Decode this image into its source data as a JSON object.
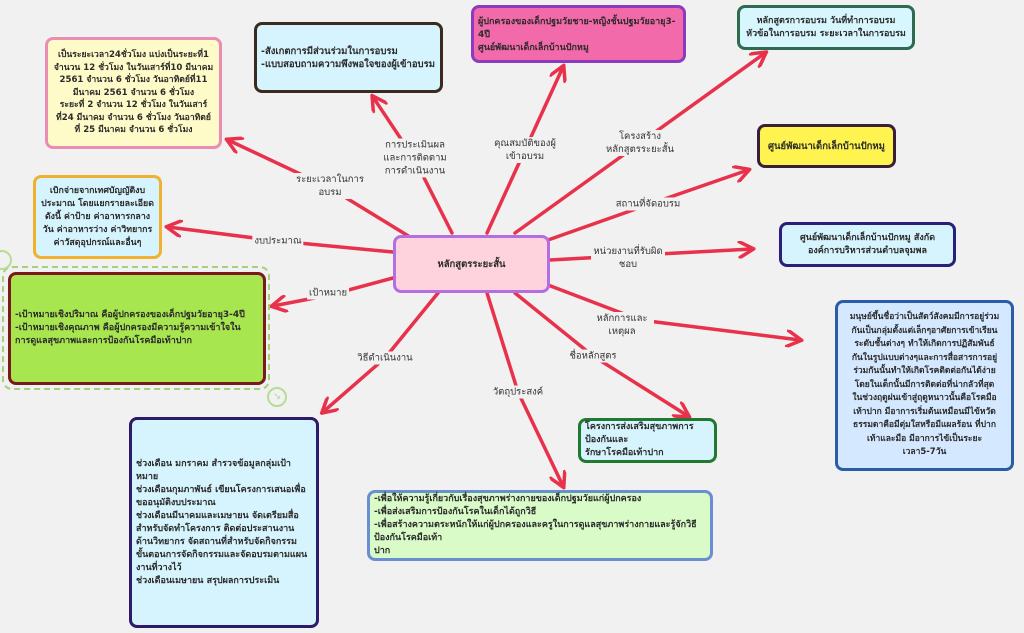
{
  "center": {
    "label": "หลักสูตรระยะสั้น"
  },
  "colors": {
    "arrow": "#e8314a",
    "background": "#f1f1f1"
  },
  "branches": {
    "duration": {
      "label": "ระยะเวลาในการอบรม",
      "lines": [
        "เป็นระยะเวลา24ชั่วโมง แบ่งเป็นระยะที่1",
        "จำนวน 12 ชั่วโมง ในวันเสาร์ที่10 มีนาคม",
        "2561 จำนวน 6 ชั่วโมง วันอาทิตย์ที่11",
        "มีนาคม 2561 จำนวน 6 ชั่วโมง",
        "ระยะที่ 2 จำนวน 12 ชั่วโมง ในวันเสาร์",
        "ที่24 มีนาคม จำนวน 6 ชั่วโมง วันอาทิตย์",
        "ที่ 25 มีนาคม จำนวน 6 ชั่วโมง"
      ]
    },
    "evaluation": {
      "label": "การประเมินผลและการติดตามการดำเนินงาน",
      "lines": [
        "-สังเกตการมีส่วนร่วมในการอบรม",
        "-แบบสอบถามความพึงพอใจของผู้เข้าอบรม"
      ]
    },
    "qualification": {
      "label": "คุณสมบัติของผู้เข้าอบรม",
      "lines": [
        "ผู้ปกครองของเด็กปฐมวัยชาย-หญิงชั้นปฐมวัยอายุ3-4ปี",
        "ศูนย์พัฒนาเด็กเล็กบ้านปักหมู"
      ]
    },
    "structure": {
      "label": "โครงสร้างหลักสูตรระยะสั้น",
      "lines": [
        "หลักสูตรการอบรม วันที่ทำการอบรม",
        "หัวข้อในการอบรม ระยะเวลาในการอบรม"
      ]
    },
    "venue": {
      "label": "สถานที่จัดอบรม",
      "lines": [
        "ศูนย์พัฒนาเด็กเล็กบ้านปักหมู"
      ]
    },
    "agency": {
      "label": "หน่วยงานที่รับผิดชอบ",
      "lines": [
        "ศูนย์พัฒนาเด็กเล็กบ้านปักหมู สังกัด",
        "องค์การบริหารส่วนตำบลจุมพล"
      ]
    },
    "rationale": {
      "label": "หลักการและเหตุผล",
      "lines": [
        "มนุษย์ขึ้นชื่อว่าเป็นสัตว์สังคมมีการอยู่ร่วม",
        "กันเป็นกลุ่มตั้งแต่เล็กๆอาศัยการเข้าเรียน",
        "ระดับชั้นต่างๆ ทำให้เกิดการปฏิสัมพันธ์",
        "กันในรูปแบบต่างๆและการสื่อสารการอยู่",
        "ร่วมกันนั้นทำให้เกิดโรคติดต่อกันได้ง่าย",
        "โดยในเด็กนั้นมีการติดต่อที่น่ากลัวที่สุด",
        "ในช่วงฤดูฝนเข้าสู่ฤดูหนาวนั้นคือโรคมือ",
        "เท้าปาก มีอาการเริ่มต้นเหมือนมีไข้หวัด",
        "ธรรมดาคือมีตุ่มใสหรือมีแผลร้อน ที่ปาก",
        "เท้าและมือ มีอาการไข้เป็นระยะ",
        "เวลา5-7วัน"
      ]
    },
    "course_name": {
      "label": "ชื่อหลักสูตร",
      "lines": [
        "โครงการส่งเสริมสุขภาพการป้องกันและ",
        "รักษาโรคมือเท้าปาก"
      ]
    },
    "objectives": {
      "label": "วัตถุประสงค์",
      "lines": [
        "-เพื่อให้ความรู้เกี่ยวกับเรื่องสุขภาพร่างกายของเด็กปฐมวัยแก่ผู้ปกครอง",
        "-เพื่อส่งเสริมการป้องกันโรคในเด็กได้ถูกวิธี",
        "-เพื่อสร้างความตระหนักให้แก่ผู้ปกครองและครูในการดูแลสุขภาพร่างกายและรู้จักวิธีป้องกันโรคมือเท้า",
        "ปาก"
      ]
    },
    "method": {
      "label": "วิธีดำเนินงาน",
      "lines": [
        "ช่วงเดือน มกราคม สำรวจข้อมูลกลุ่มเป้า",
        "หมาย",
        "ช่วงเดือนกุมภาพันธ์ เขียนโครงการเสนอเพื่อ",
        "ขออนุมัติงบประมาณ",
        "ช่วงเดือนมีนาคมและเมษายน จัดเตรียมสื่อ",
        "สำหรับจัดทำโครงการ ติดต่อประสานงาน",
        "ด้านวิทยากร จัดสถานที่สำหรับจัดกิจกรรม",
        "ขั้นตอนการจัดกิจกรรมและจัดอบรมตามแผน",
        "งานที่วางไว้",
        "ช่วงเดือนเมษายน สรุปผลการประเมิน"
      ]
    },
    "goal": {
      "label": "เป้าหมาย",
      "lines": [
        "-เป้าหมายเชิงปริมาณ คือผู้ปกครองของเด็กปฐมวัยอายุ3-4ปี",
        "-เป้าหมายเชิงคุณภาพ คือผู้ปกครองมีความรู้ความเข้าใจใน",
        "การดูแลสุขภาพและการป้องกันโรคมือเท้าปาก"
      ]
    },
    "budget": {
      "label": "งบประมาณ",
      "lines": [
        "เบิกจ่ายจากเทศบัญญัติงบ",
        "ประมาณ โดยแยกรายละเอียด",
        "ดังนี้ ค่าป้าย ค่าอาหารกลาง",
        "วัน ค่าอาหารว่าง ค่าวิทยากร",
        "ค่าวัสดุอุปกรณ์และอื่นๆ"
      ]
    }
  }
}
